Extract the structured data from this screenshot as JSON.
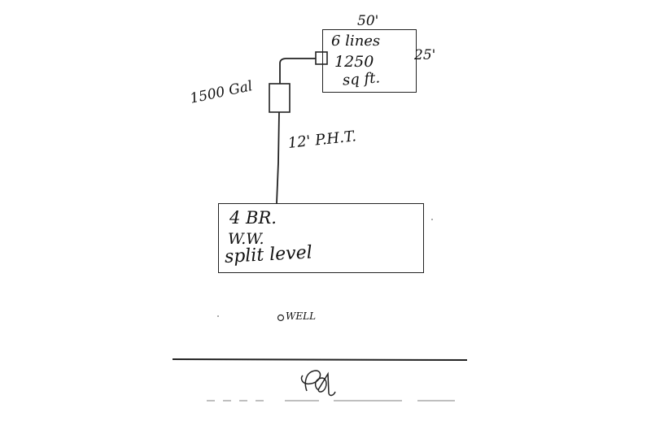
{
  "leach_field": {
    "width_label": "50'",
    "depth_label": "25'",
    "lines_label": "6 lines",
    "area_value": "1250",
    "area_unit": "sq ft."
  },
  "septic_tank": {
    "capacity_label": "1500 Gal"
  },
  "pipe": {
    "label": "12' P.H.T."
  },
  "house": {
    "bedrooms": "4 BR.",
    "construction": "W.W.",
    "style": "split level"
  },
  "well": {
    "label": "WELL"
  },
  "signature": {
    "initials": "Pd"
  }
}
